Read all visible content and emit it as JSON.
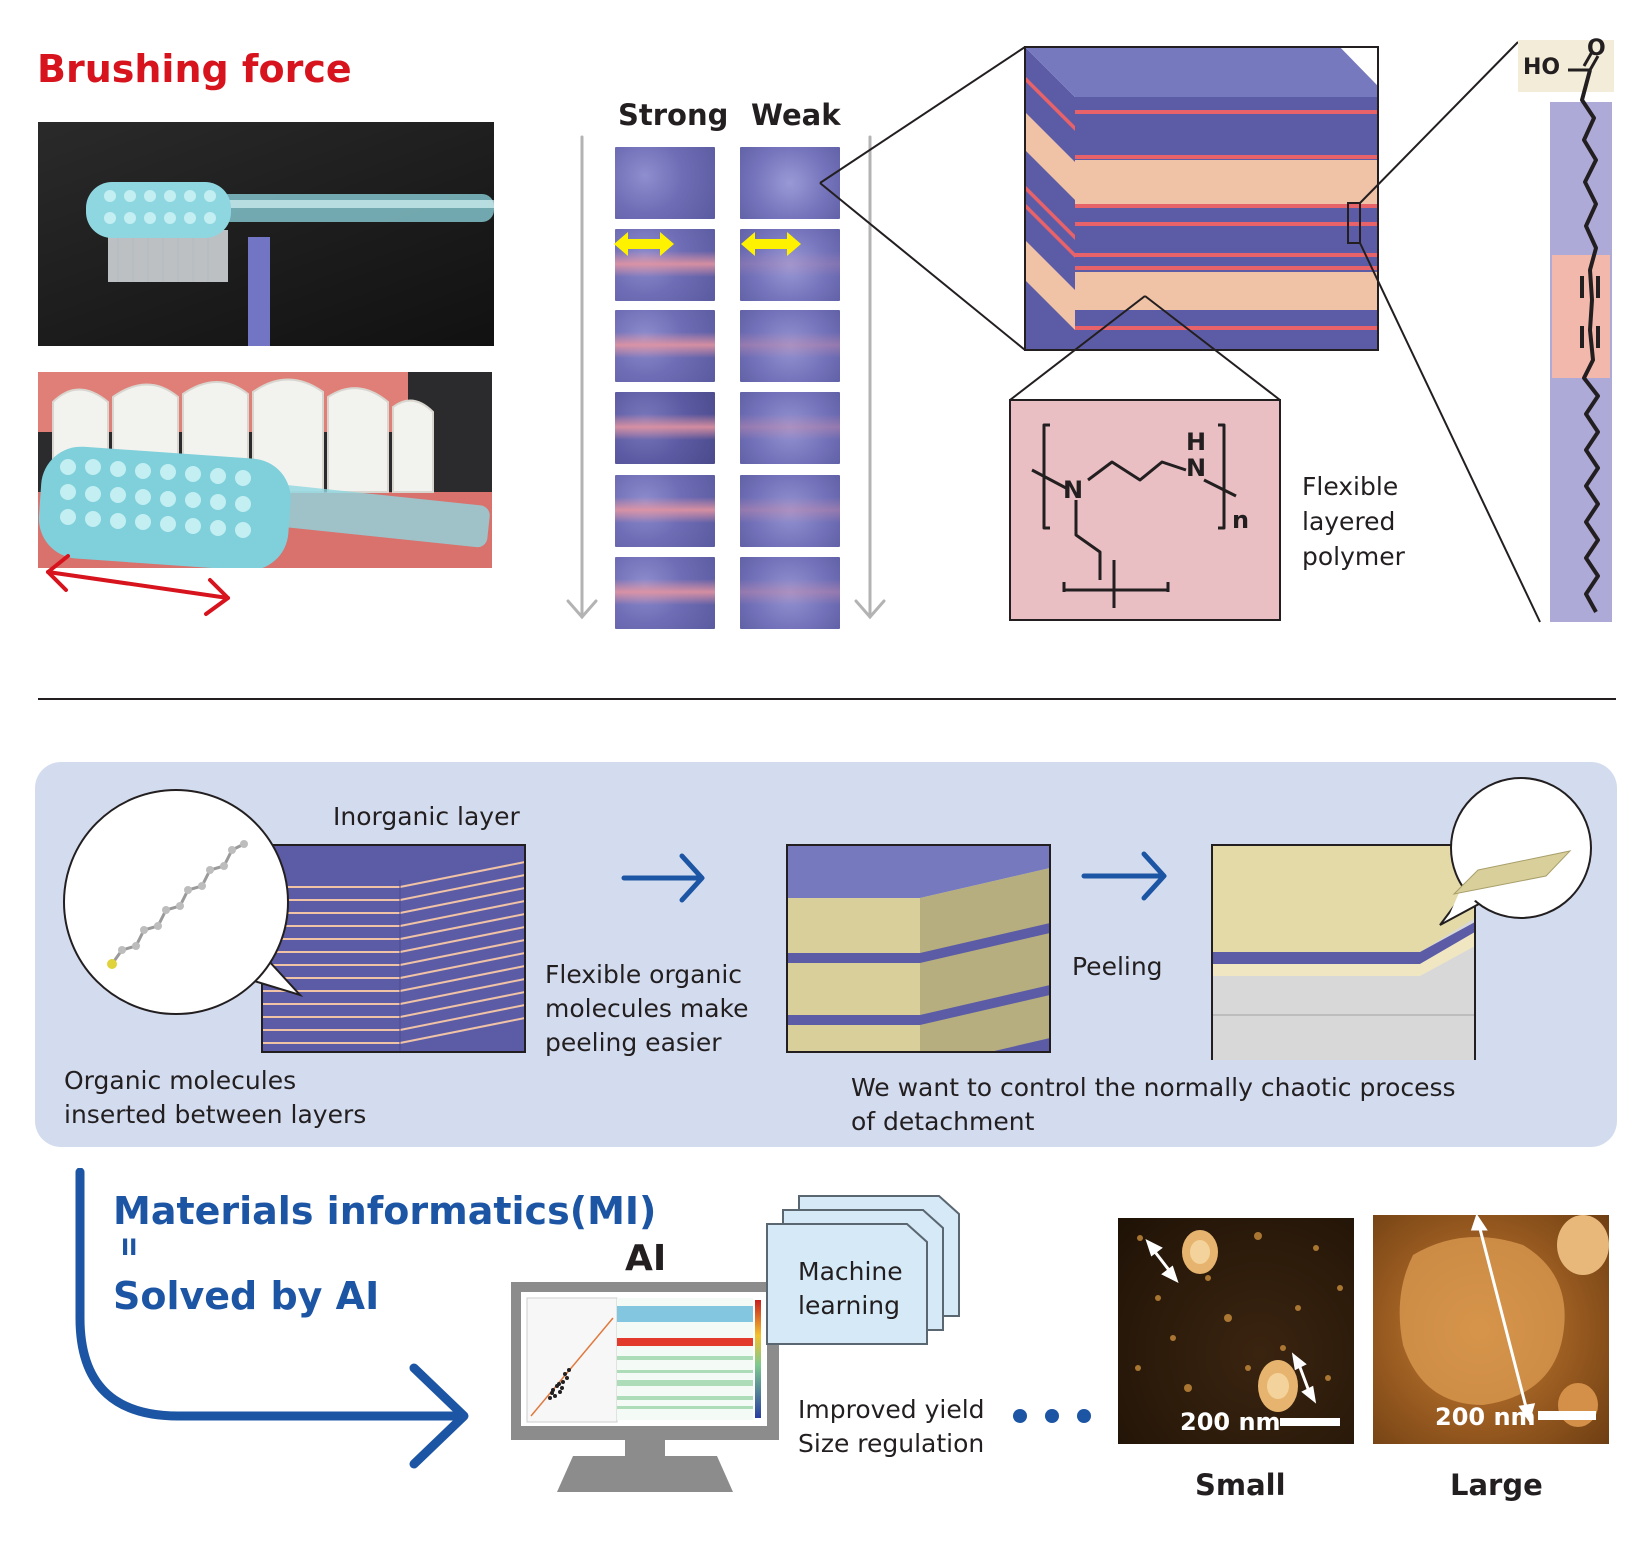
{
  "top": {
    "title": "Brushing force",
    "strong_label": "Strong",
    "weak_label": "Weak",
    "ho_label": "HO",
    "o_label": "O",
    "polymer_n_label": "N",
    "polymer_h_label": "H",
    "polymer_subscript": "n",
    "polymer_caption": [
      "Flexible",
      "layered",
      "polymer"
    ]
  },
  "middle": {
    "inorganic_layer": "Inorganic layer",
    "organic_caption": [
      "Organic molecules",
      "inserted between layers"
    ],
    "flexible_caption": [
      "Flexible organic",
      "molecules make",
      "peeling easier"
    ],
    "peeling": "Peeling",
    "control_caption": [
      "We want to control the normally chaotic process",
      "of detachment"
    ]
  },
  "bottom": {
    "mi_title": "Materials informatics(MI)",
    "equals": "II",
    "solved": "Solved by AI",
    "ai_label": "AI",
    "ml_label": [
      "Machine",
      "learning"
    ],
    "results": [
      "Improved yield",
      "Size regulation"
    ],
    "small_scale": "200 nm",
    "large_scale": "200 nm",
    "small_label": "Small",
    "large_label": "Large"
  },
  "colors": {
    "title_red": "#d7141d",
    "mi_blue": "#1c55a4",
    "layer_blue": "#5c5ca6",
    "layer_blue_top": "#7679bd",
    "layer_pink": "#f0c2a6",
    "layer_red_line": "#e8626a",
    "panel_bg": "#d3dcef",
    "tan": "#d8cf9b",
    "arrow_blue": "#1c55a4"
  }
}
